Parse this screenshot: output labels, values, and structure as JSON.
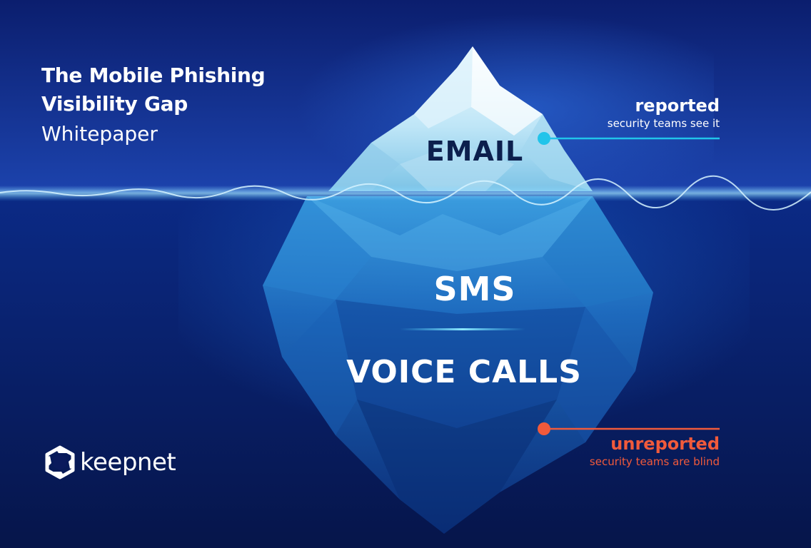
{
  "heading": {
    "title_line1": "The Mobile Phishing",
    "title_line2": "Visibility Gap",
    "subtitle": "Whitepaper"
  },
  "iceberg": {
    "above_label": "EMAIL",
    "below_label_1": "SMS",
    "below_label_2": "VOICE CALLS"
  },
  "callouts": {
    "reported": {
      "title": "reported",
      "subtitle": "security teams see it",
      "color": "#21c4ea"
    },
    "unreported": {
      "title": "unreported",
      "subtitle": "security teams are blind",
      "color": "#f15a3b"
    }
  },
  "brand": {
    "name": "keepnet",
    "icon": "keepnet-logo-icon"
  },
  "colors": {
    "sky_top": "#0b1e6e",
    "sky_bottom": "#1c43ad",
    "sea_top": "#0b2a86",
    "sea_bottom": "#06154a"
  }
}
